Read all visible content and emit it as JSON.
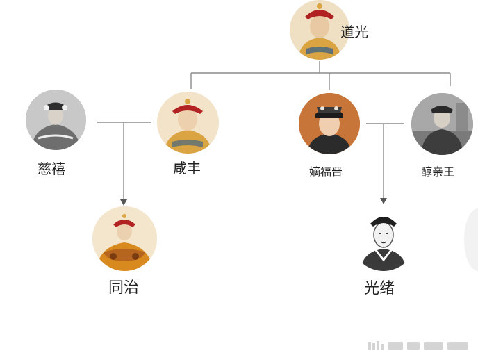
{
  "people": {
    "daoguang": {
      "name": "道光",
      "icon": "emperor-portrait-icon"
    },
    "cixi": {
      "name": "慈禧",
      "icon": "empress-photo-icon"
    },
    "xianfeng": {
      "name": "咸丰",
      "icon": "emperor-portrait-icon"
    },
    "difujin": {
      "name": "嫡福晋",
      "icon": "consort-portrait-icon"
    },
    "chunqinwang": {
      "name": "醇亲王",
      "icon": "prince-photo-icon"
    },
    "tongzhi": {
      "name": "同治",
      "icon": "child-emperor-portrait-icon"
    },
    "guangxu": {
      "name": "光绪",
      "icon": "emperor-sketch-icon"
    }
  },
  "colors": {
    "line": "#8c8c8c",
    "label_text": "#222222",
    "robe_gold": "#d9a441",
    "hat_red": "#b22222",
    "photo_gray": "#6e6e6e"
  }
}
